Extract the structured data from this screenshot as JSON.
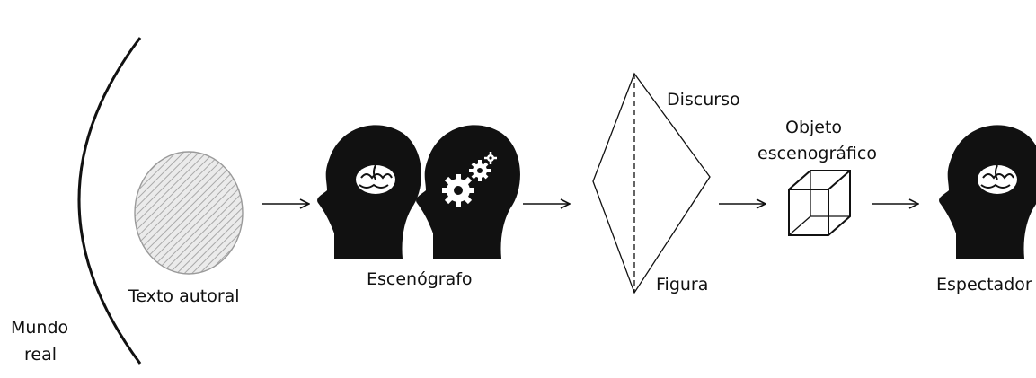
{
  "labels": {
    "mundo_real_line1": "Mundo",
    "mundo_real_line2": "real",
    "texto_autoral": "Texto autoral",
    "escenografo": "Escenógrafo",
    "discurso": "Discurso",
    "figura": "Figura",
    "objeto_line1": "Objeto",
    "objeto_line2": "escenográfico",
    "espectador": "Espectador"
  },
  "icons": [
    "brain-head-icon",
    "gears-head-icon",
    "diamond-figure-icon",
    "cube-icon",
    "brain-head-icon"
  ],
  "colors": {
    "ink": "#111111",
    "ellipse_fill": "#e6e6e6",
    "hatch": "#a8a8a8"
  }
}
